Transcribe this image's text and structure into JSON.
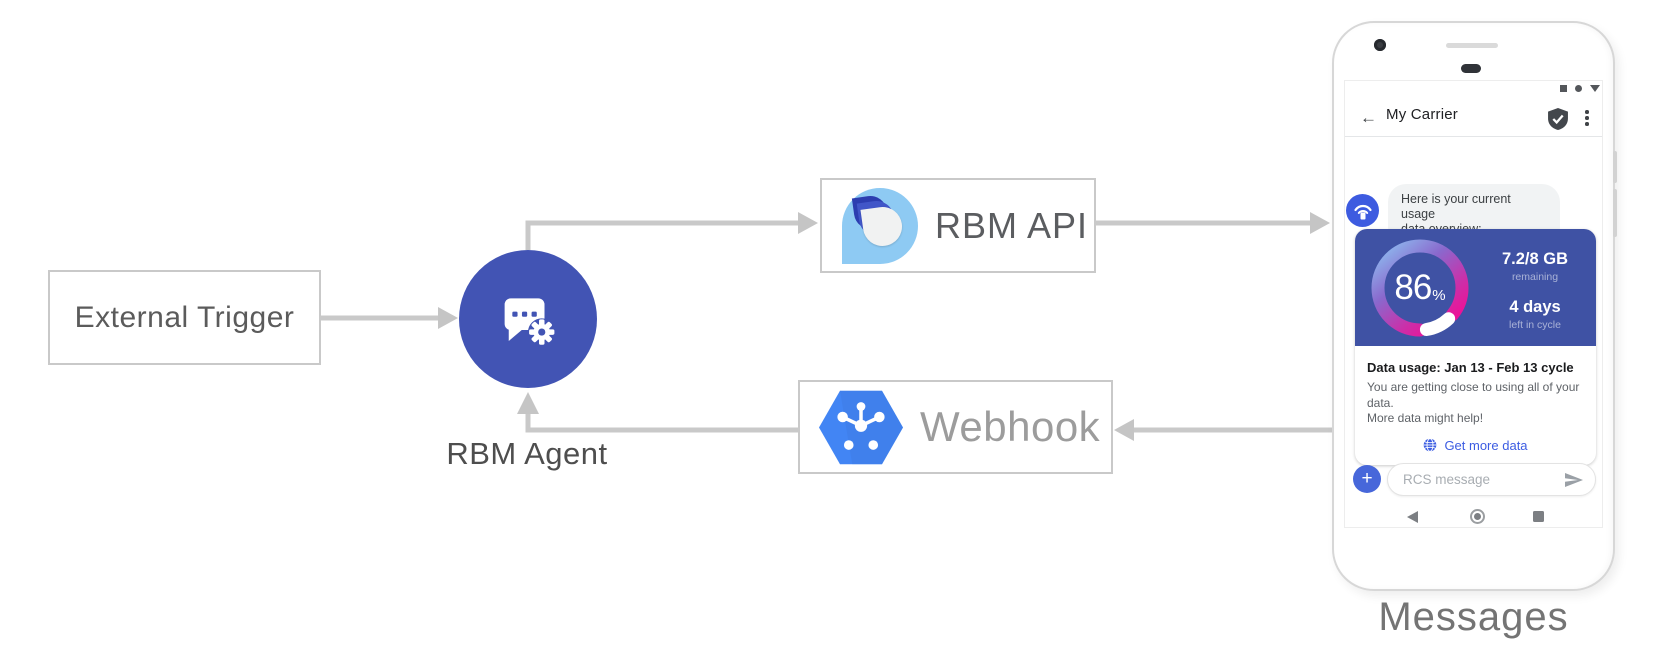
{
  "diagram": {
    "external_trigger_label": "External Trigger",
    "rbm_agent_label": "RBM Agent",
    "rbm_api_label": "RBM API",
    "webhook_label": "Webhook",
    "phone_caption": "Messages"
  },
  "phone": {
    "header": {
      "back_glyph": "←",
      "title": "My Carrier"
    },
    "chat": {
      "bubble_line1": "Here is your current usage",
      "bubble_line2": "data overview:",
      "card": {
        "percent_value": "86",
        "percent_sign": "%",
        "stat1_value": "7.2/8 GB",
        "stat1_caption": "remaining",
        "stat2_value": "4 days",
        "stat2_caption": "left in cycle",
        "title": "Data usage: Jan 13 - Feb 13 cycle",
        "body_line1": "You are getting close to using all of your data.",
        "body_line2": "More data might help!",
        "action_label": "Get more data"
      }
    },
    "compose": {
      "plus_glyph": "+",
      "placeholder": "RCS message"
    }
  },
  "colors": {
    "agent_circle": "#4254b4",
    "card_blue": "#3f52a4",
    "accent_blue": "#3c5ce2",
    "webhook_hexagon": "#4285f4",
    "arrow_gray": "#c9c9c9",
    "gauge_gradient_start": "#8ec2f2",
    "gauge_gradient_end": "#f00f96"
  }
}
